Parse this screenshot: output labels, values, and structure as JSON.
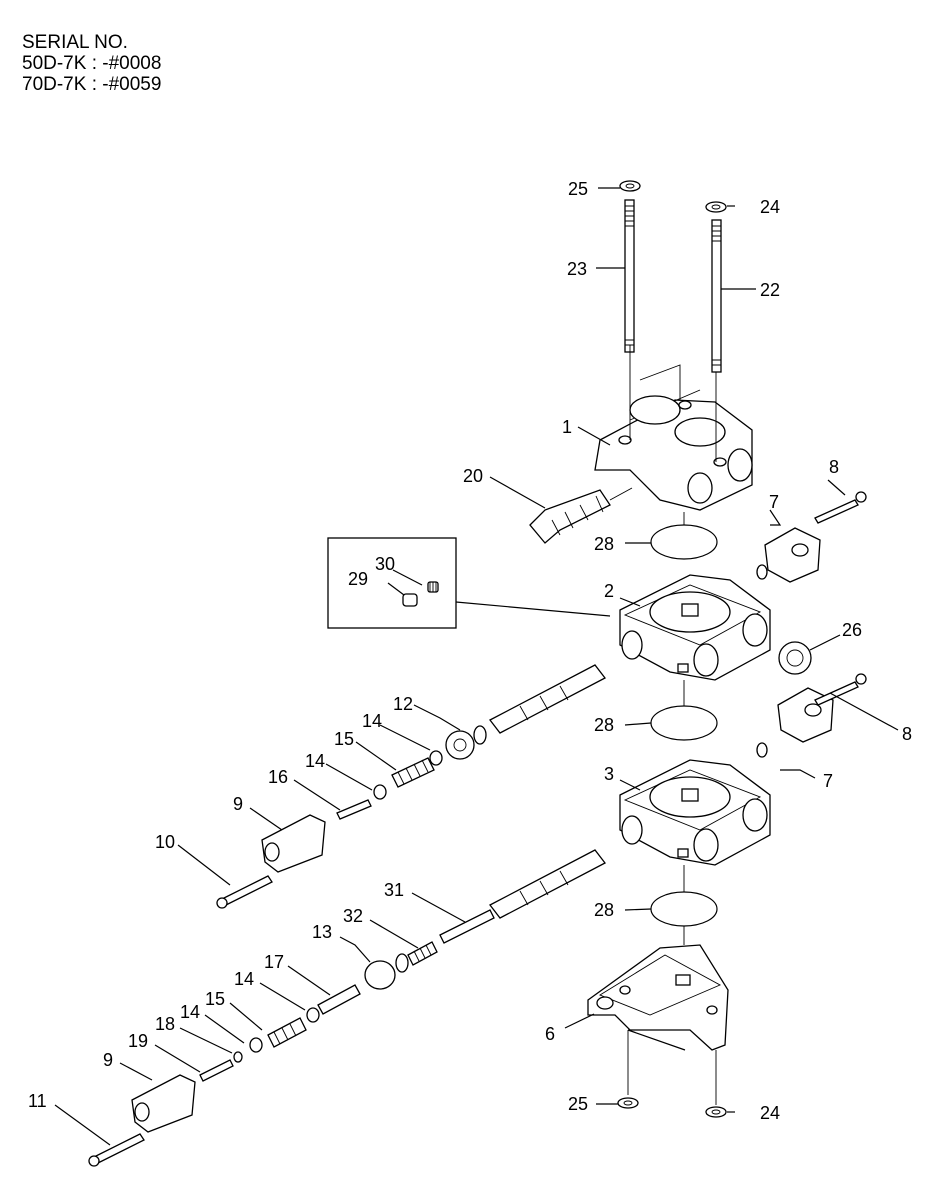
{
  "header": {
    "title": "SERIAL NO.",
    "line1": "50D-7K : -#0008",
    "line2": "70D-7K : -#0059"
  },
  "callouts": [
    {
      "id": "c25a",
      "text": "25"
    },
    {
      "id": "c24a",
      "text": "24"
    },
    {
      "id": "c23",
      "text": "23"
    },
    {
      "id": "c22",
      "text": "22"
    },
    {
      "id": "c1",
      "text": "1"
    },
    {
      "id": "c20",
      "text": "20"
    },
    {
      "id": "c8a",
      "text": "8"
    },
    {
      "id": "c7a",
      "text": "7"
    },
    {
      "id": "c28a",
      "text": "28"
    },
    {
      "id": "c30",
      "text": "30"
    },
    {
      "id": "c29",
      "text": "29"
    },
    {
      "id": "c2",
      "text": "2"
    },
    {
      "id": "c26",
      "text": "26"
    },
    {
      "id": "c12",
      "text": "12"
    },
    {
      "id": "c14a",
      "text": "14"
    },
    {
      "id": "c15a",
      "text": "15"
    },
    {
      "id": "c14b",
      "text": "14"
    },
    {
      "id": "c16",
      "text": "16"
    },
    {
      "id": "c28b",
      "text": "28"
    },
    {
      "id": "c8b",
      "text": "8"
    },
    {
      "id": "c9a",
      "text": "9"
    },
    {
      "id": "c3",
      "text": "3"
    },
    {
      "id": "c7b",
      "text": "7"
    },
    {
      "id": "c10",
      "text": "10"
    },
    {
      "id": "c31",
      "text": "31"
    },
    {
      "id": "c28c",
      "text": "28"
    },
    {
      "id": "c32",
      "text": "32"
    },
    {
      "id": "c13",
      "text": "13"
    },
    {
      "id": "c17",
      "text": "17"
    },
    {
      "id": "c14c",
      "text": "14"
    },
    {
      "id": "c15b",
      "text": "15"
    },
    {
      "id": "c14d",
      "text": "14"
    },
    {
      "id": "c18",
      "text": "18"
    },
    {
      "id": "c19",
      "text": "19"
    },
    {
      "id": "c9b",
      "text": "9"
    },
    {
      "id": "c6",
      "text": "6"
    },
    {
      "id": "c11",
      "text": "11"
    },
    {
      "id": "c25b",
      "text": "25"
    },
    {
      "id": "c24b",
      "text": "24"
    }
  ]
}
